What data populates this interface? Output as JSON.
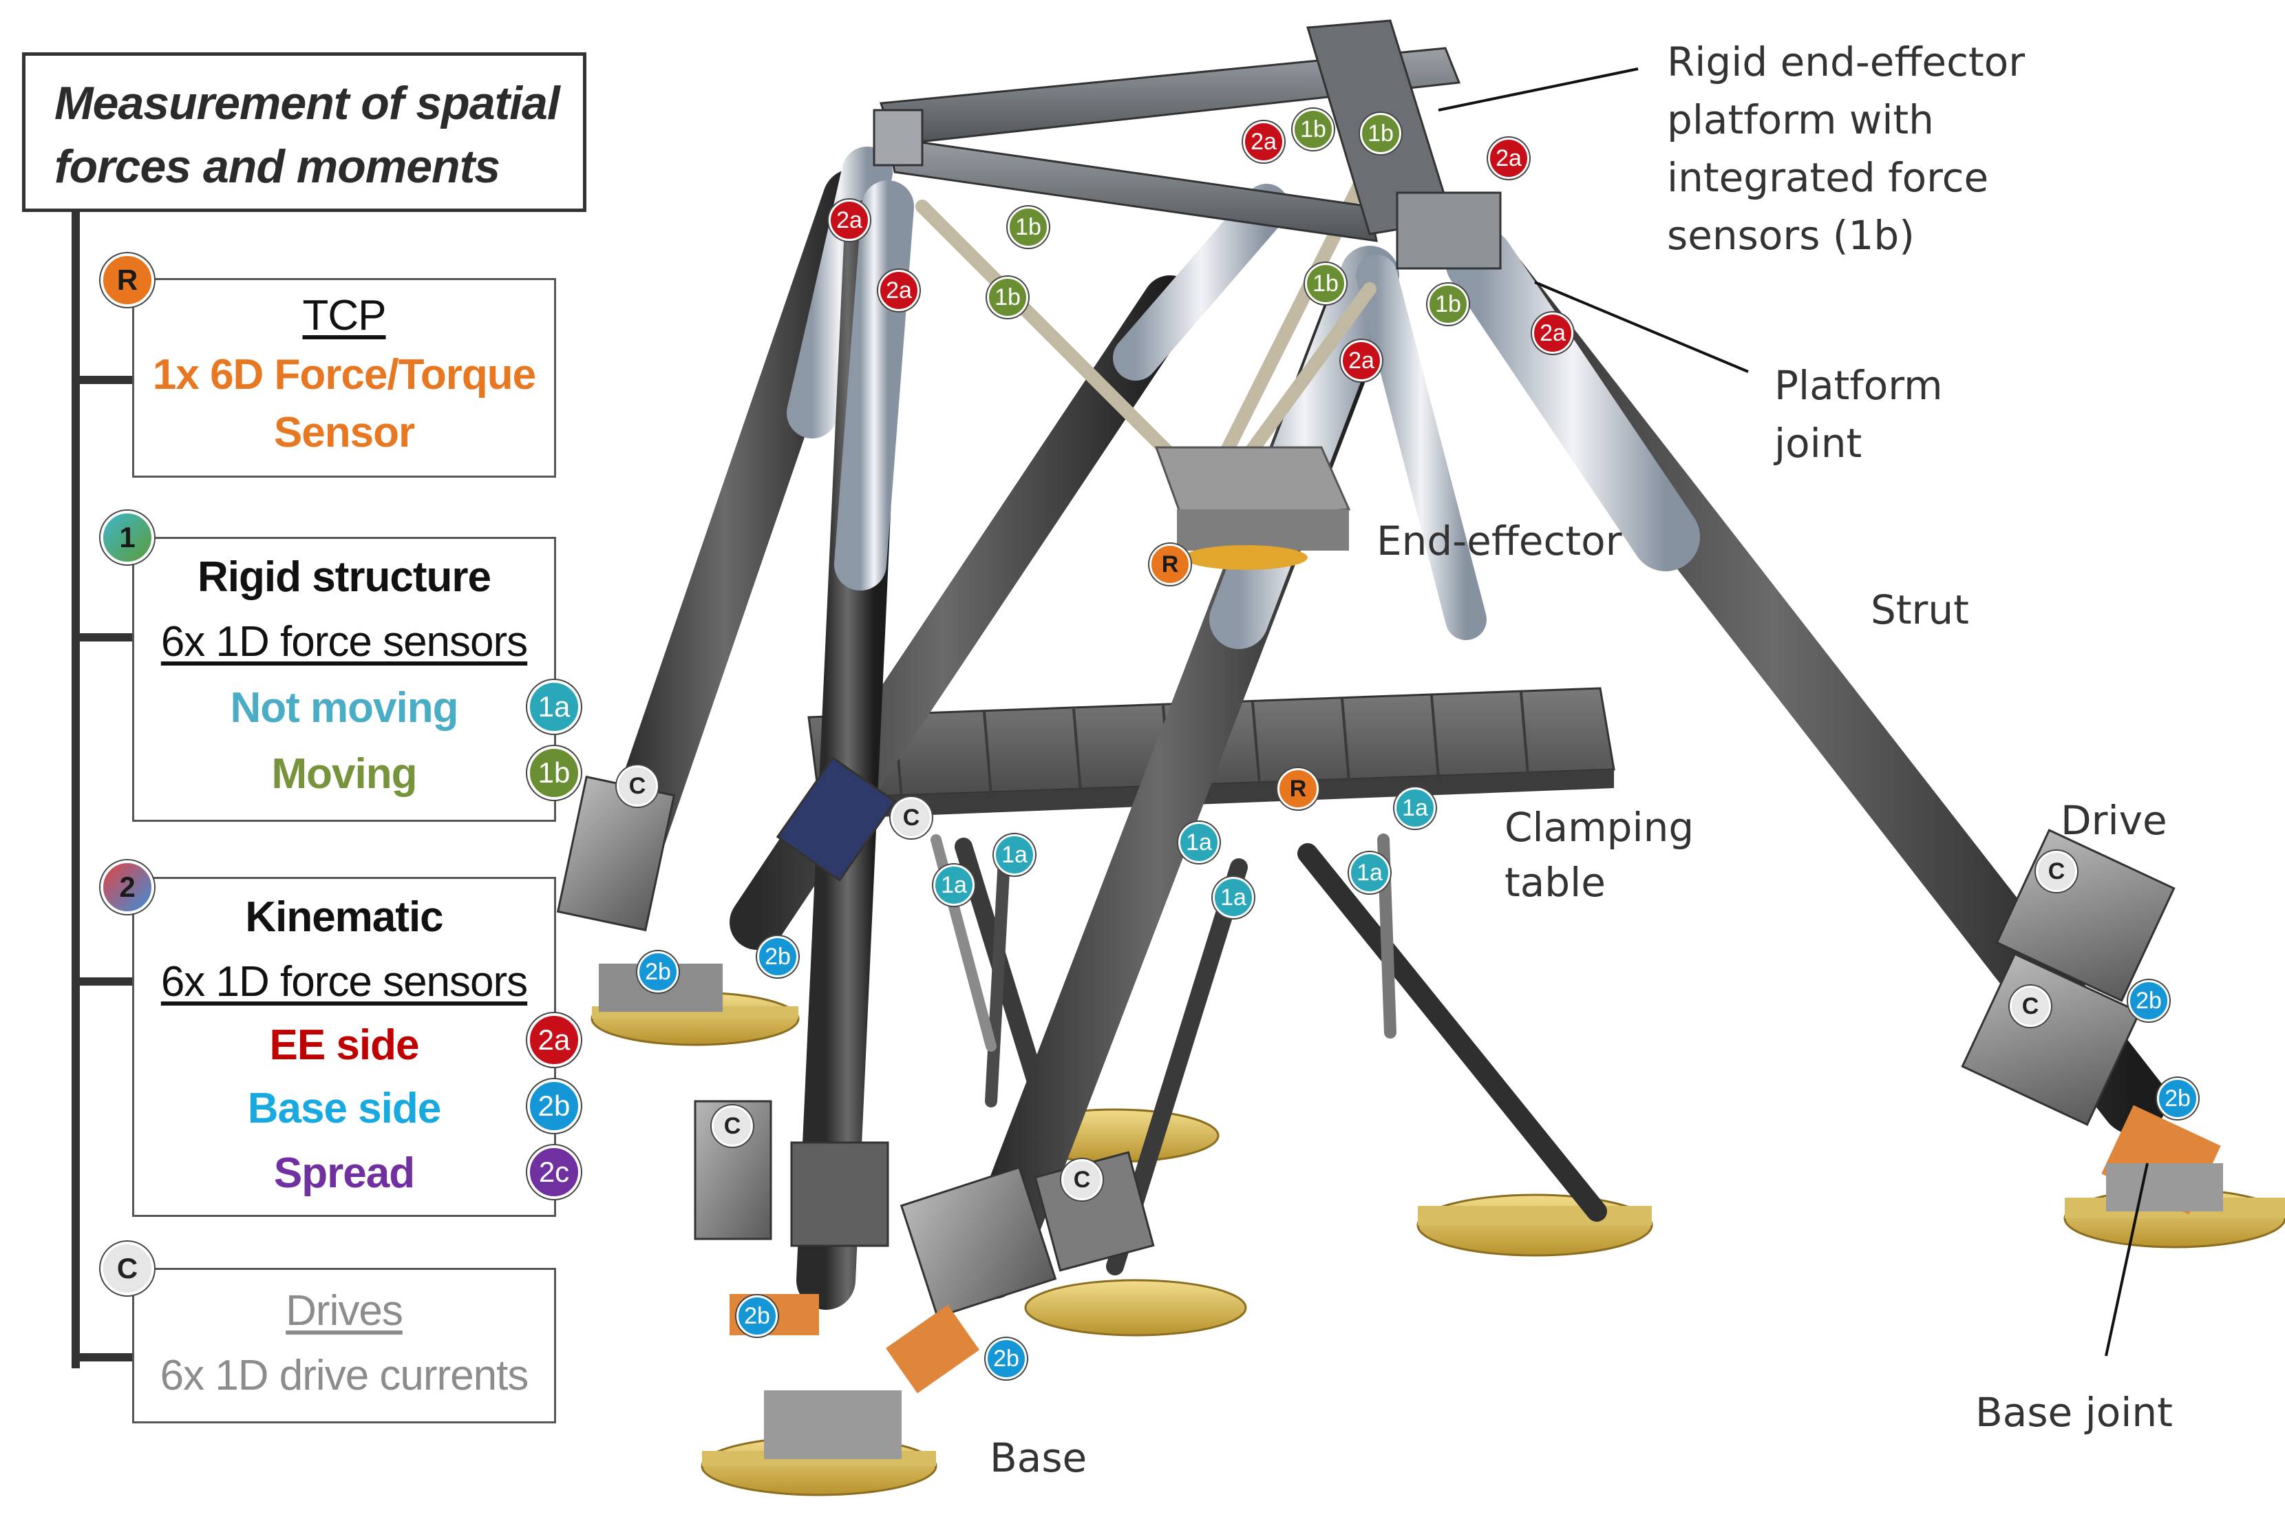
{
  "legend": {
    "title_line1": "Measurement of spatial",
    "title_line2": "forces and moments",
    "tcp": {
      "badge": "R",
      "heading": "TCP",
      "line1": "1x 6D Force/Torque",
      "line2": "Sensor"
    },
    "rigid": {
      "badge": "1",
      "heading": "Rigid structure",
      "subheading": "6x 1D force sensors",
      "items": [
        {
          "label": "Not moving",
          "badge": "1a"
        },
        {
          "label": "Moving",
          "badge": "1b"
        }
      ]
    },
    "kinematic": {
      "badge": "2",
      "heading": "Kinematic",
      "subheading": "6x 1D force sensors",
      "items": [
        {
          "label": "EE side",
          "badge": "2a"
        },
        {
          "label": "Base side",
          "badge": "2b"
        },
        {
          "label": "Spread",
          "badge": "2c"
        }
      ]
    },
    "drives": {
      "badge": "C",
      "heading": "Drives",
      "line1": "6x 1D drive currents"
    }
  },
  "labels": {
    "rigid_platform_1": "Rigid end-effector",
    "rigid_platform_2": "platform with",
    "rigid_platform_3": "integrated force",
    "rigid_platform_4": "sensors (1b)",
    "platform_joint_1": "Platform",
    "platform_joint_2": "joint",
    "end_effector": "End-effector",
    "strut": "Strut",
    "drive": "Drive",
    "clamping_1": "Clamping",
    "clamping_2": "table",
    "base": "Base",
    "base_joint": "Base joint"
  },
  "markers": {
    "r": "R",
    "c": "C",
    "m1a": "1a",
    "m1b": "1b",
    "m2a": "2a",
    "m2b": "2b"
  },
  "colors": {
    "tcp": "#e8761e",
    "not_moving": "#4bacc6",
    "moving": "#77933c",
    "ee_side": "#c00000",
    "base_side": "#17a9e0",
    "spread": "#7030a0",
    "drives": "#8c8c8c"
  }
}
